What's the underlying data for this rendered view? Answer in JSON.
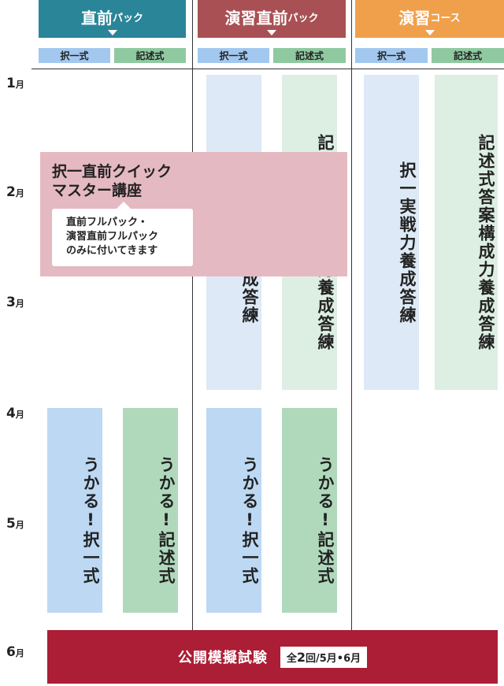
{
  "columns": [
    {
      "title_main": "直前",
      "title_sub": "パック",
      "color": "#2a8599"
    },
    {
      "title_main": "演習直前",
      "title_sub": "パック",
      "color": "#a85053"
    },
    {
      "title_main": "演習",
      "title_sub": "コース",
      "color": "#f0a04b"
    }
  ],
  "subheaders": {
    "choice": "択一式",
    "written": "記述式"
  },
  "months": [
    "1",
    "2",
    "3",
    "4",
    "5",
    "6"
  ],
  "month_suffix": "月",
  "bars": {
    "choice_training": "択一実戦力養成答練",
    "written_training": "記述式答案構成力養成答練",
    "ukaru_choice": "うかる!択一式",
    "ukaru_written": "うかる!記述式"
  },
  "quick_master": {
    "title_line1": "択一直前クイック",
    "title_line2": "マスター講座",
    "note_line1": "直前フルパック・",
    "note_line2": "演習直前フルパック",
    "note_line3": "のみに付いてきます"
  },
  "mock_exam": {
    "title": "公開模擬試験",
    "badge_pre": "全",
    "badge_num": "2",
    "badge_post": "回/5月•6月"
  }
}
